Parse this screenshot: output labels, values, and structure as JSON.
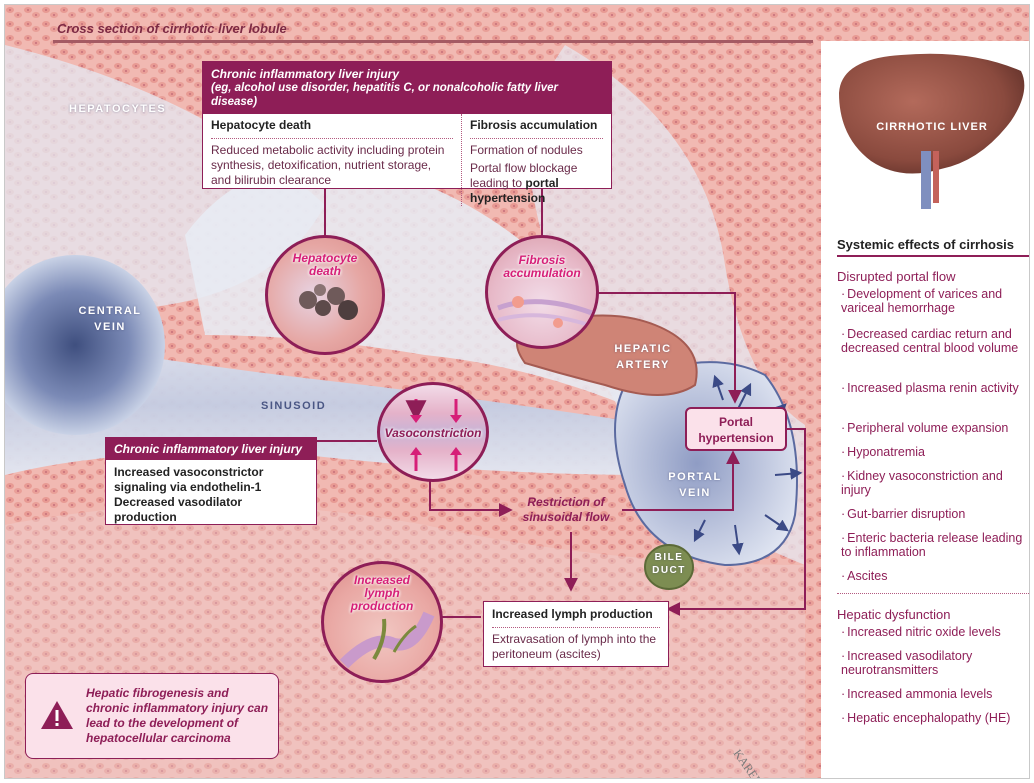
{
  "header": {
    "title": "Cross section of cirrhotic liver lobule"
  },
  "tissue_labels": {
    "hepatocytes": "HEPATOCYTES",
    "central_vein": "CENTRAL\nVEIN",
    "sinusoid": "SINUSOID",
    "hepatic_artery": "HEPATIC\nARTERY",
    "portal_vein": "PORTAL\nVEIN",
    "bile_duct": "BILE\nDUCT"
  },
  "injury_card": {
    "title_line1": "Chronic inflammatory liver injury",
    "title_line2": "(eg, alcohol use disorder, hepatitis C, or nonalcoholic fatty liver disease)",
    "left_heading": "Hepatocyte death",
    "left_body": "Reduced metabolic activity including protein synthesis, detoxification, nutrient storage, and bilirubin clearance",
    "right_heading": "Fibrosis accumulation",
    "right_line1": "Formation of nodules",
    "right_line2": "Portal flow blockage leading to",
    "right_bold": "portal hypertension"
  },
  "circles": {
    "hepatocyte_death": "Hepatocyte\ndeath",
    "fibrosis": "Fibrosis\naccumulation",
    "vasoconstriction": "Vasoconstriction",
    "lymph": "Increased\nlymph\nproduction"
  },
  "vascular_card": {
    "title": "Chronic inflammatory liver injury",
    "line1": "Increased vasoconstrictor",
    "line2": "signaling via endothelin-1",
    "line3": "Decreased vasodilator production"
  },
  "flow": {
    "restriction": "Restriction of\nsinusoidal flow",
    "portal_hypertension": "Portal\nhypertension"
  },
  "lymph_card": {
    "heading": "Increased lymph production",
    "body": "Extravasation of lymph into the peritoneum (ascites)"
  },
  "warning": {
    "text": "Hepatic fibrogenesis and chronic inflammatory injury can lead to the development of hepatocellular carcinoma"
  },
  "sidebar": {
    "liver_label": "CIRRHOTIC LIVER",
    "title": "Systemic effects of cirrhosis",
    "portal_heading": "Disrupted portal flow",
    "portal_items": [
      "Development of varices and variceal hemorrhage",
      "Decreased cardiac return and decreased central blood volume",
      "Increased plasma renin activity",
      "Peripheral volume expansion",
      "Hyponatremia",
      "Kidney vasoconstriction and injury",
      "Gut-barrier disruption",
      "Enteric bacteria release leading to inflammation",
      "Ascites"
    ],
    "hepatic_heading": "Hepatic dysfunction",
    "hepatic_items": [
      "Increased nitric oxide levels",
      "Increased vasodilatory neurotransmitters",
      "Increased ammonia levels",
      "Hepatic encephalopathy (HE)"
    ]
  },
  "signature": "KAREN",
  "colors": {
    "accent": "#8e1e57",
    "pink": "#d61f78",
    "tissue": "#f3bfb8",
    "vein": "#9aa8c8"
  }
}
